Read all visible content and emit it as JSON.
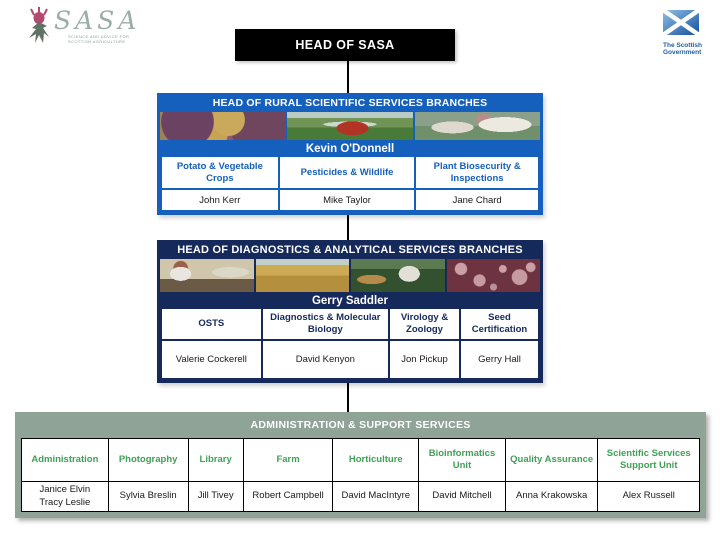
{
  "logos": {
    "sasa": {
      "wordmark": "SASA",
      "tagline_line1": "SCIENCE AND ADVICE FOR",
      "tagline_line2": "SCOTTISH AGRICULTURE"
    },
    "scottish_government": {
      "line1": "The Scottish",
      "line2": "Government"
    }
  },
  "head_box": {
    "label": "HEAD OF SASA",
    "bg_color": "#000000",
    "text_color": "#ffffff"
  },
  "rural_panel": {
    "title": "HEAD OF RURAL SCIENTIFIC SERVICES BRANCHES",
    "head_name": "Kevin O'Donnell",
    "accent_color": "#1560bd",
    "photos": [
      "potatoes-photo",
      "tractor-spraying-photo",
      "sheep-photo"
    ],
    "branches": [
      {
        "title": "Potato & Vegetable Crops",
        "name": "John Kerr"
      },
      {
        "title": "Pesticides & Wildlife",
        "name": "Mike Taylor"
      },
      {
        "title": "Plant Biosecurity & Inspections",
        "name": "Jane Chard"
      }
    ]
  },
  "diagnostics_panel": {
    "title": "HEAD OF DIAGNOSTICS & ANALYTICAL SERVICES BRANCHES",
    "head_name": "Gerry Saddler",
    "accent_color": "#16295b",
    "photos": [
      "laboratory-photo",
      "wheat-field-photo",
      "beekeeping-photo",
      "microscopy-photo"
    ],
    "branches": [
      {
        "title": "OSTS",
        "name": "Valerie Cockerell"
      },
      {
        "title": "Diagnostics & Molecular Biology",
        "name": "David Kenyon"
      },
      {
        "title": "Virology & Zoology",
        "name": "Jon Pickup"
      },
      {
        "title": "Seed Certification",
        "name": "Gerry Hall"
      }
    ]
  },
  "admin_section": {
    "title": "ADMINISTRATION & SUPPORT SERVICES",
    "bg_color": "#8fa397",
    "header_text_color": "#3fa156",
    "columns": [
      {
        "title": "Administration",
        "names": [
          "Janice Elvin",
          "Tracy Leslie"
        ]
      },
      {
        "title": "Photography",
        "names": [
          "Sylvia Breslin"
        ]
      },
      {
        "title": "Library",
        "names": [
          "Jill Tivey"
        ]
      },
      {
        "title": "Farm",
        "names": [
          "Robert Campbell"
        ]
      },
      {
        "title": "Horticulture",
        "names": [
          "David MacIntyre"
        ]
      },
      {
        "title": "Bioinformatics Unit",
        "names": [
          "David Mitchell"
        ]
      },
      {
        "title": "Quality Assurance",
        "names": [
          "Anna Krakowska"
        ]
      },
      {
        "title": "Scientific Services Support Unit",
        "names": [
          "Alex Russell"
        ]
      }
    ]
  }
}
